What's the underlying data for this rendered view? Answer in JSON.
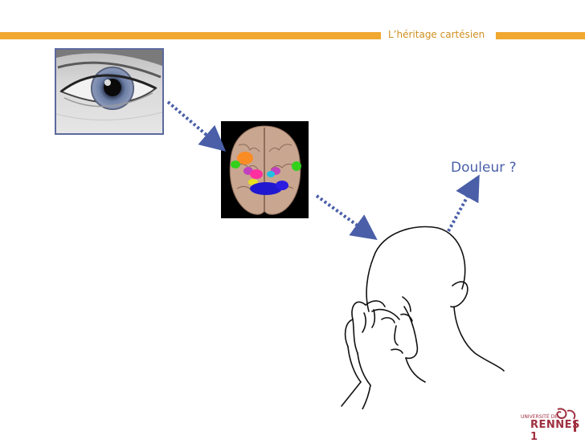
{
  "header": {
    "title": "L’héritage cartésien",
    "accent_color": "#f0a830"
  },
  "images": {
    "eye": "eye-photo",
    "brain": "brain-scan",
    "head": "head-sketch"
  },
  "annotation": {
    "douleur": "Douleur ?"
  },
  "logo": {
    "small_text": "UNIVERSITÉ DE",
    "big_text": "RENNES 1"
  },
  "colors": {
    "arrow": "#4a5fa8",
    "logo": "#a03040"
  }
}
